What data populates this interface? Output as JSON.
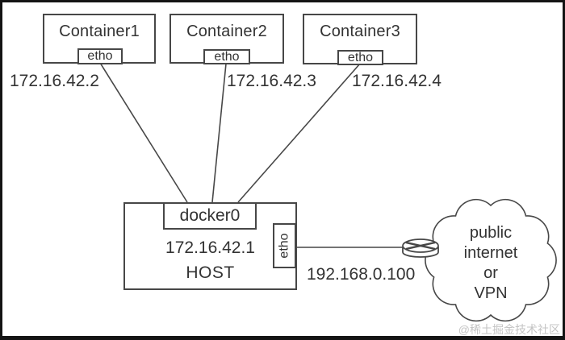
{
  "diagram": {
    "containers": [
      {
        "name": "Container1",
        "interface": "etho",
        "ip": "172.16.42.2"
      },
      {
        "name": "Container2",
        "interface": "etho",
        "ip": "172.16.42.3"
      },
      {
        "name": "Container3",
        "interface": "etho",
        "ip": "172.16.42.4"
      }
    ],
    "host": {
      "label": "HOST",
      "bridge_label": "docker0",
      "bridge_ip": "172.16.42.1",
      "interface": "etho",
      "interface_ip": "192.168.0.100"
    },
    "cloud": {
      "lines": [
        "public",
        "internet",
        "or",
        "VPN"
      ]
    },
    "watermark": "@稀土掘金技术社区",
    "colors": {
      "stroke": "#474747",
      "text": "#333333",
      "background": "#ffffff",
      "frame": "#141414",
      "watermark": "#c4c4c4"
    }
  }
}
